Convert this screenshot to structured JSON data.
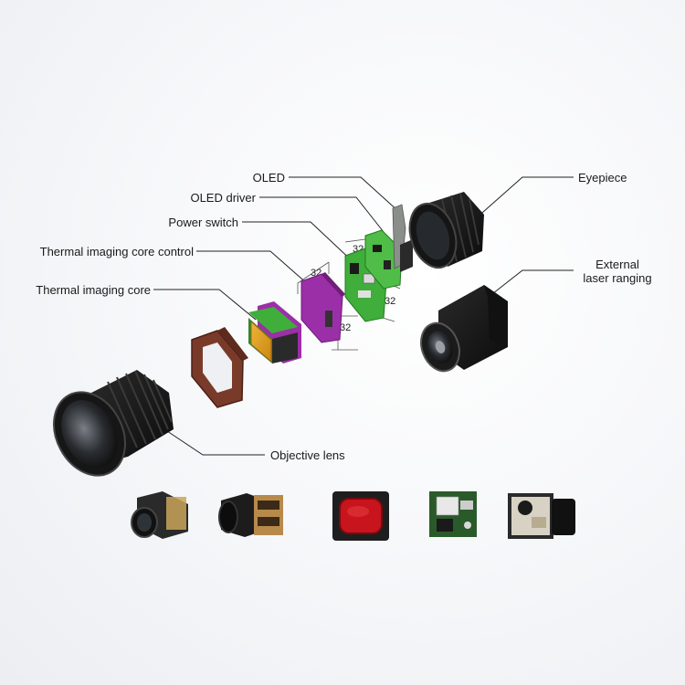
{
  "labels": {
    "oled": "OLED",
    "oled_driver": "OLED driver",
    "power_switch": "Power switch",
    "core_control": "Thermal imaging core control",
    "core": "Thermal imaging core",
    "eyepiece": "Eyepiece",
    "laser_line1": "External",
    "laser_line2": "laser ranging",
    "objective": "Objective lens"
  },
  "dimensions": [
    "32",
    "32",
    "32",
    "32"
  ],
  "colors": {
    "pcb_green": "#3fae3a",
    "purple_board": "#9b2fa8",
    "sensor_orange": "#e3a21c",
    "bracket_brown": "#7a3a2a",
    "dark_body": "#1c1c1c",
    "gray_flex": "#8a8f8a",
    "red_sensor": "#c8141c"
  },
  "product_icons": [
    "module-1-icon",
    "module-2-icon",
    "module-3-icon",
    "module-4-icon",
    "module-5-icon"
  ]
}
